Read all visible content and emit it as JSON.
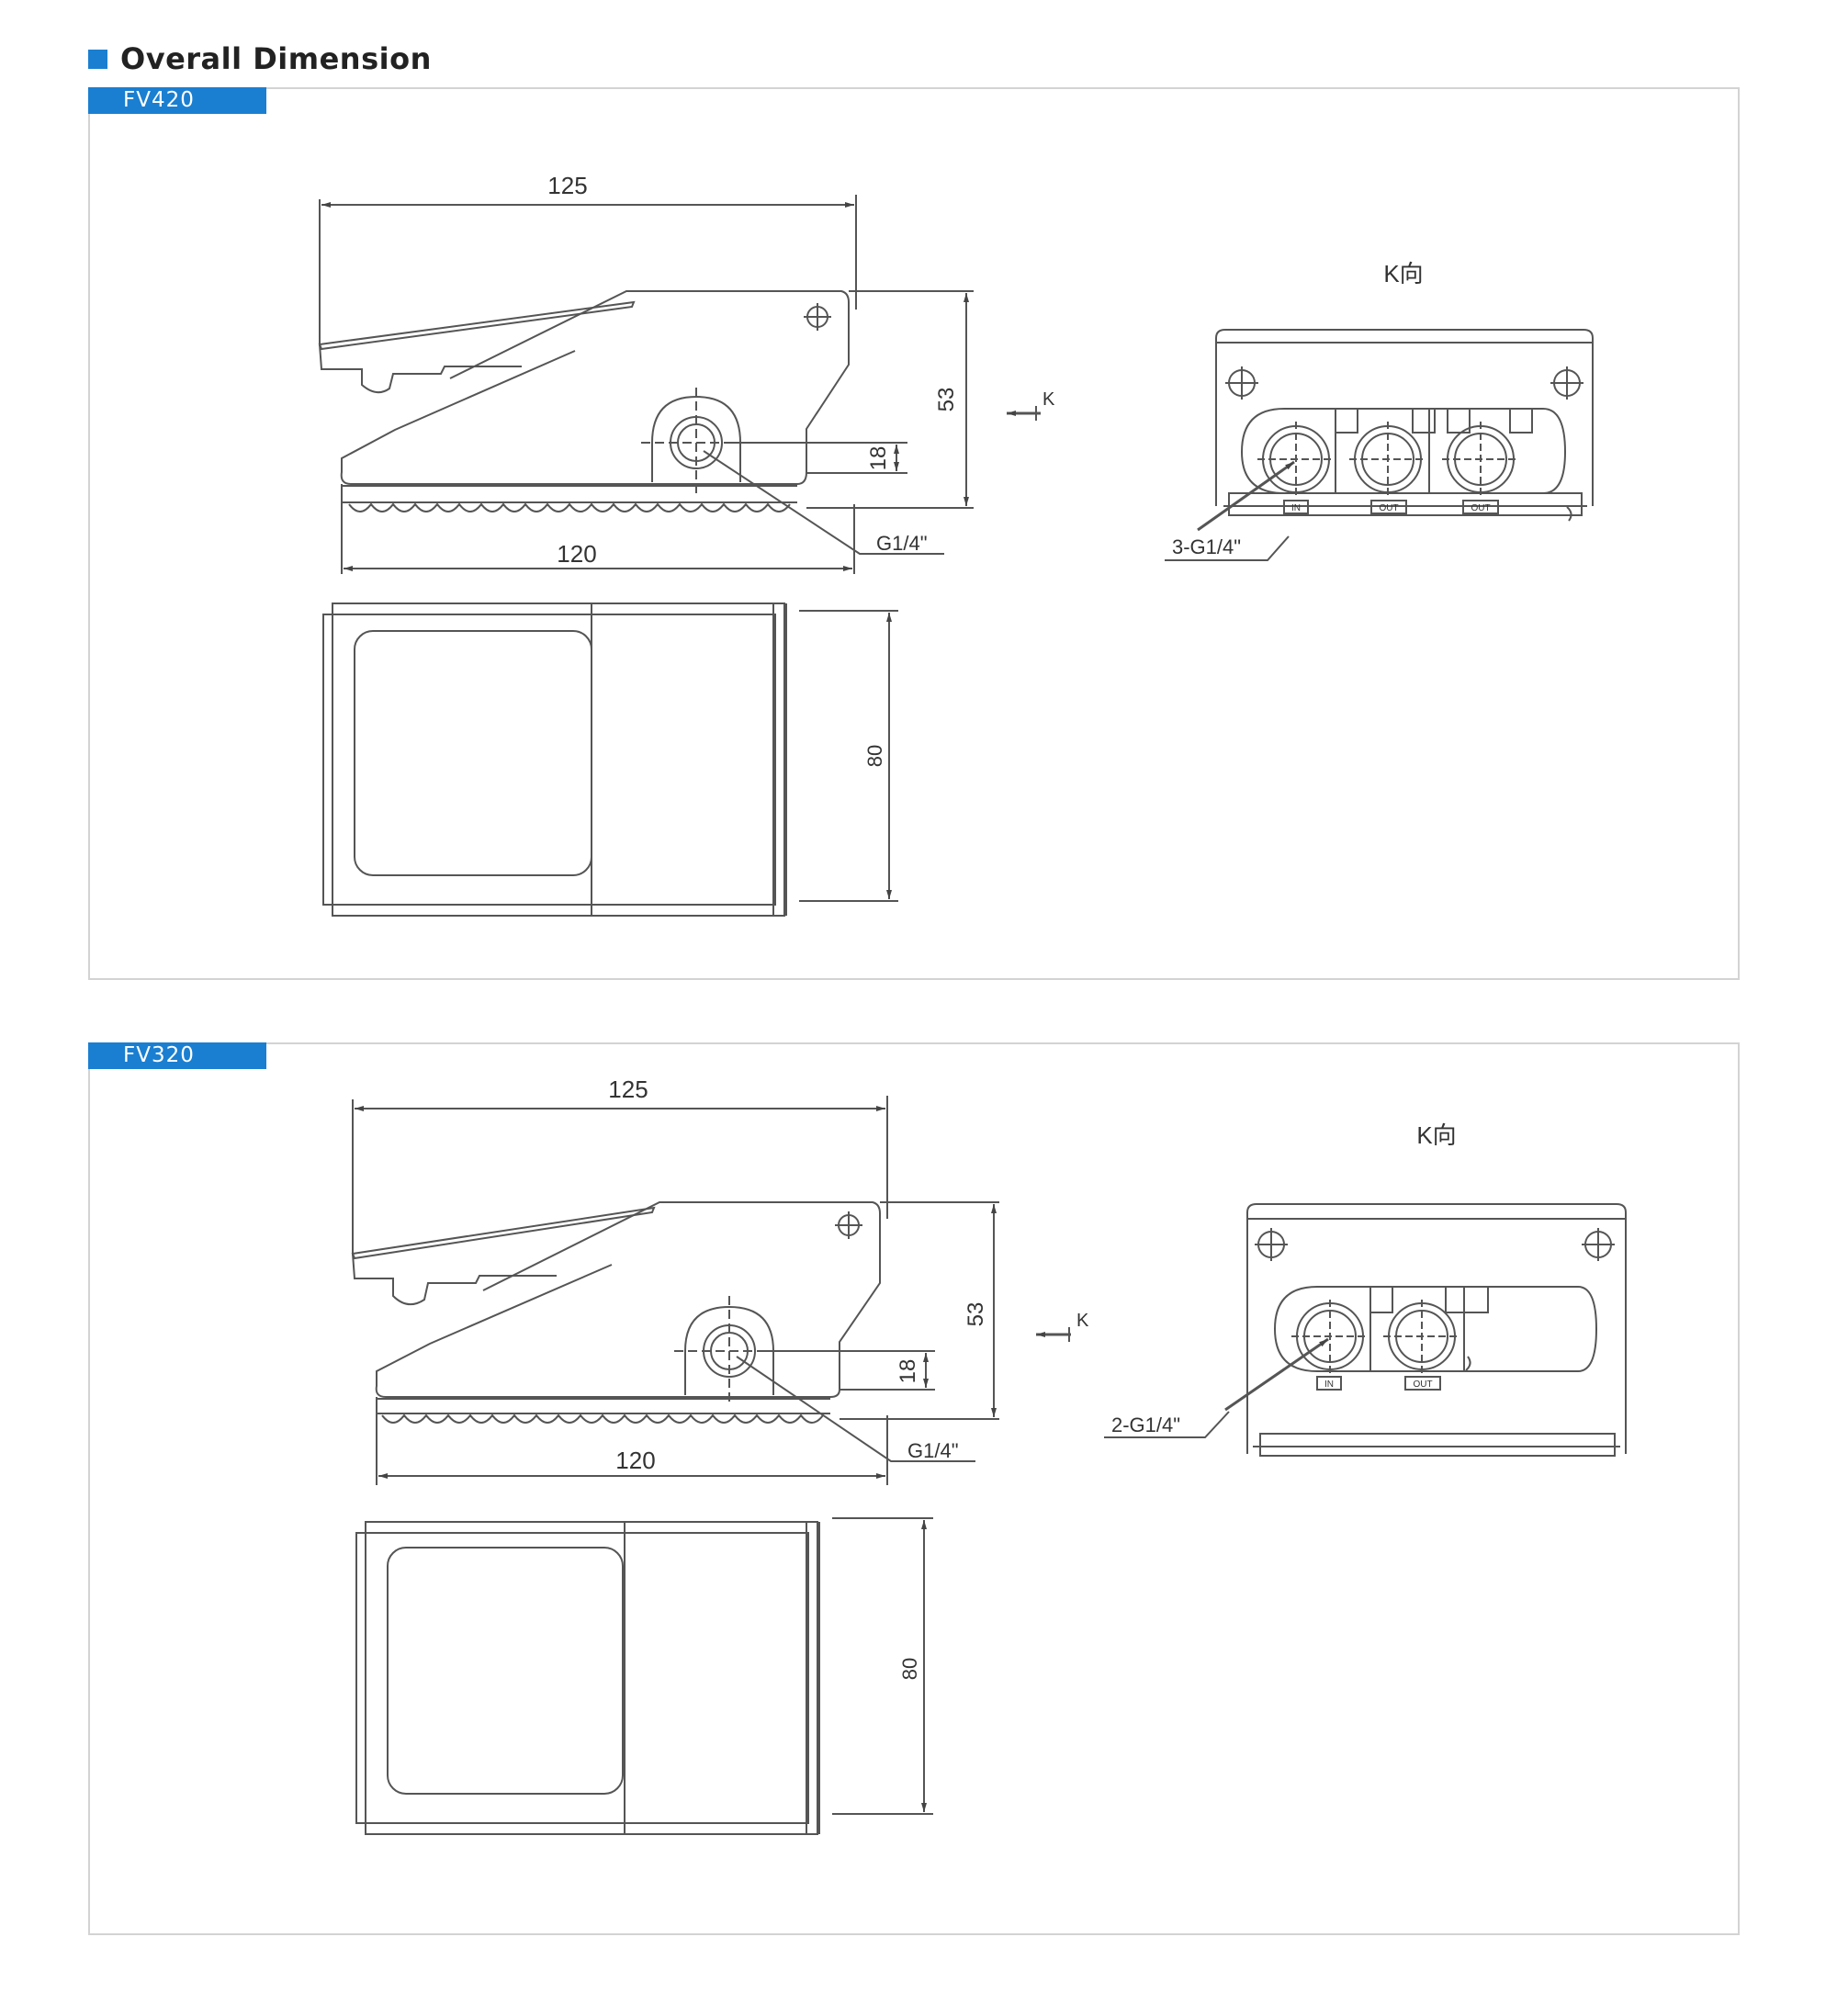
{
  "section": {
    "title": "Overall Dimension"
  },
  "colors": {
    "accent": "#1a7fd1",
    "line": "#555555",
    "frame": "#d3d3d3"
  },
  "models": [
    {
      "tag": "FV420",
      "dims": {
        "length": "125",
        "height": "53",
        "port_height": "18",
        "base_length": "120",
        "width": "80"
      },
      "port_label": "G1/4\"",
      "view_label": "K向",
      "k_label": "K",
      "ports_label": "3-G1/4\"",
      "ports": [
        "IN",
        "OUT",
        "OUT"
      ]
    },
    {
      "tag": "FV320",
      "dims": {
        "length": "125",
        "height": "53",
        "port_height": "18",
        "base_length": "120",
        "width": "80"
      },
      "port_label": "G1/4\"",
      "view_label": "K向",
      "k_label": "K",
      "ports_label": "2-G1/4\"",
      "ports": [
        "IN",
        "OUT"
      ]
    }
  ]
}
